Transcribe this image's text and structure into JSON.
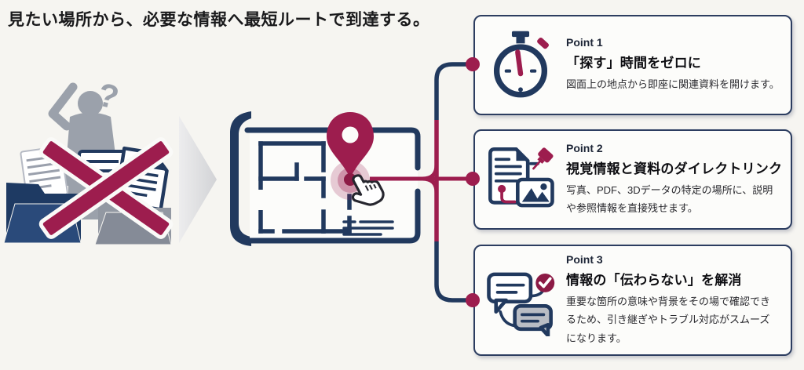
{
  "title": "見たい場所から、必要な情報へ最短ルートで到達する。",
  "colors": {
    "navy": "#21395e",
    "crimson": "#9d1d4e",
    "gray": "#9ba1ab",
    "card_bg": "#fcfcfa",
    "page_bg": "#f6f5f1"
  },
  "icons": {
    "left": "confused-person-folders-x-icon",
    "arrow": "chevron-right-icon",
    "center": "blueprint-map-pin-hand-icon"
  },
  "points": [
    {
      "label": "Point 1",
      "title": "「探す」時間をゼロに",
      "description": "図面上の地点から即座に関連資料を開けます。",
      "icon": "stopwatch-icon"
    },
    {
      "label": "Point 2",
      "title": "視覚情報と資料のダイレクトリンク",
      "description": "写真、PDF、3Dデータの特定の場所に、説明\nや参照情報を直接残せます。",
      "icon": "document-pin-image-icon"
    },
    {
      "label": "Point 3",
      "title": "情報の「伝わらない」を解消",
      "description": "重要な箇所の意味や背景をその場で確認でき\nるため、引き継ぎやトラブル対応がスムーズ\nになります。",
      "icon": "chat-bubbles-check-icon"
    }
  ]
}
